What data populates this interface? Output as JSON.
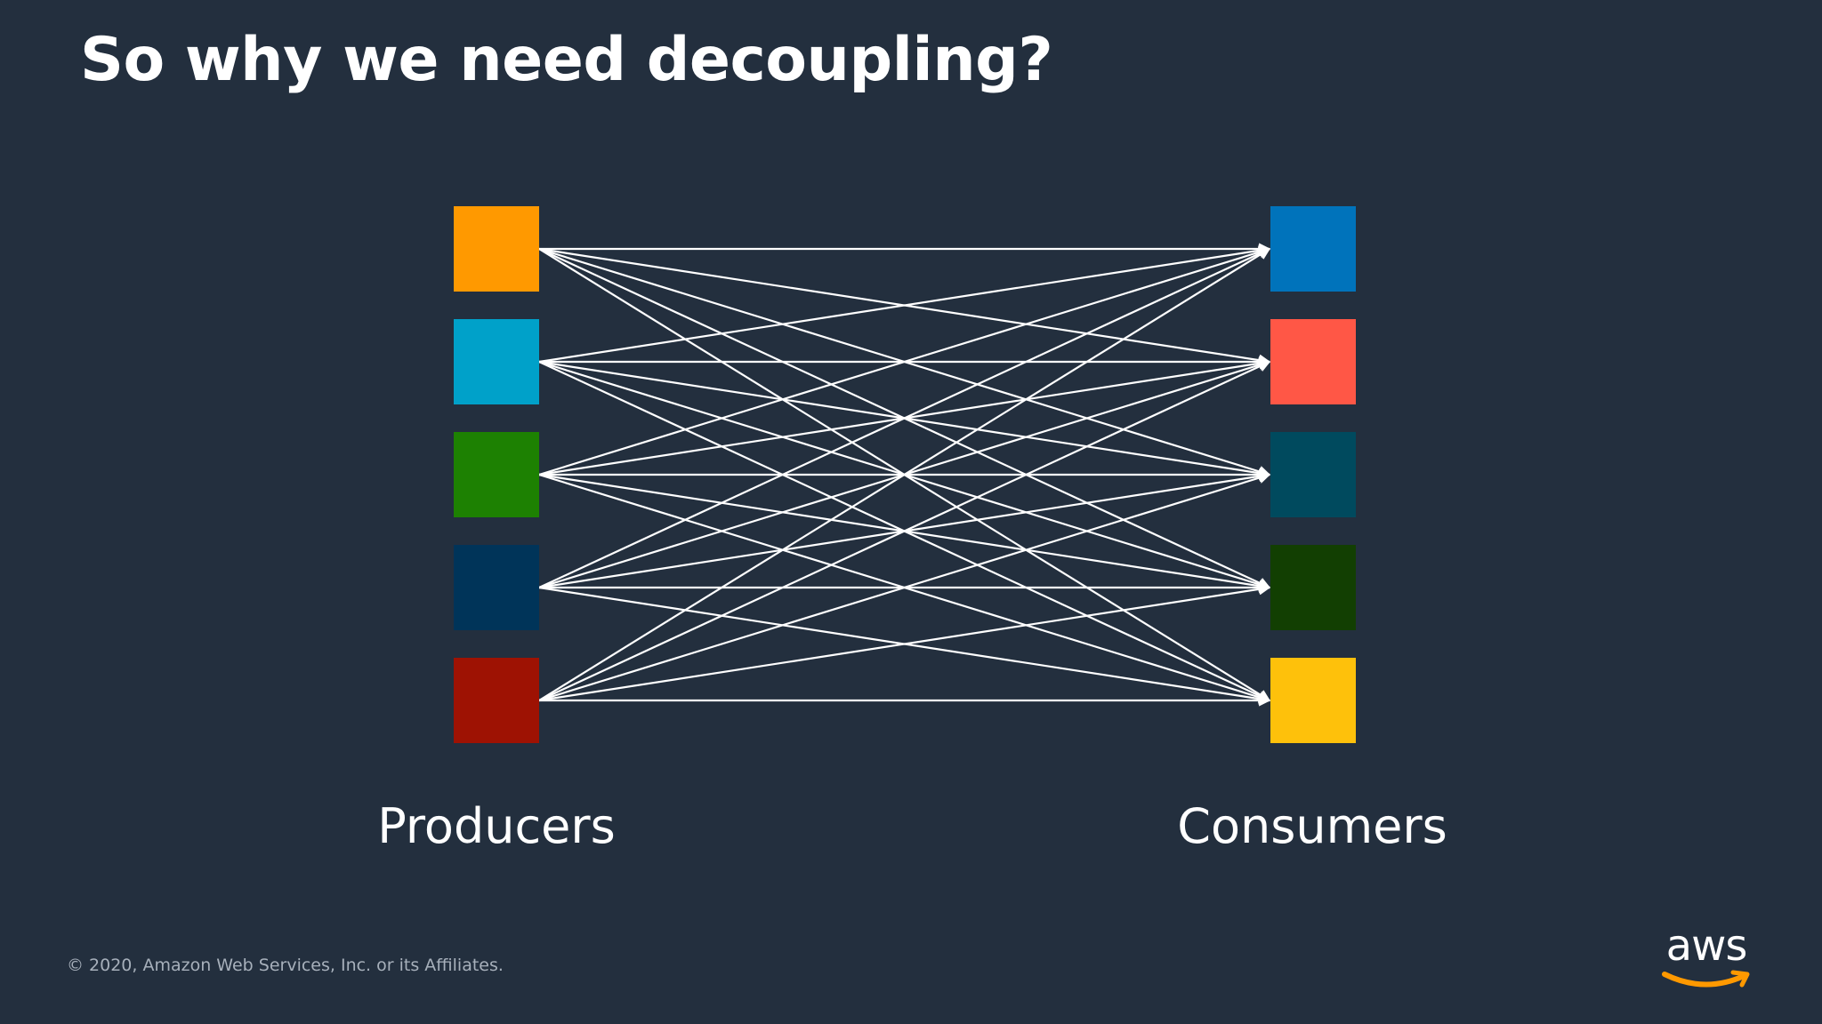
{
  "slide": {
    "title": "So why we need decoupling?",
    "copyright": "© 2020, Amazon Web Services, Inc. or its Affiliates.",
    "logo_text": "aws",
    "logo_swoosh_color": "#ff9900"
  },
  "diagram": {
    "producers_label": "Producers",
    "consumers_label": "Consumers",
    "producers": [
      {
        "id": "producer-1",
        "color": "#ff9900"
      },
      {
        "id": "producer-2",
        "color": "#00a1c9"
      },
      {
        "id": "producer-3",
        "color": "#1d8102"
      },
      {
        "id": "producer-4",
        "color": "#003459"
      },
      {
        "id": "producer-5",
        "color": "#9e1203"
      }
    ],
    "consumers": [
      {
        "id": "consumer-1",
        "color": "#0073bb"
      },
      {
        "id": "consumer-2",
        "color": "#ff5746"
      },
      {
        "id": "consumer-3",
        "color": "#004a5e"
      },
      {
        "id": "consumer-4",
        "color": "#123f02"
      },
      {
        "id": "consumer-5",
        "color": "#fec10b"
      }
    ],
    "connections": "all-to-all",
    "line_color": "#ffffff"
  }
}
